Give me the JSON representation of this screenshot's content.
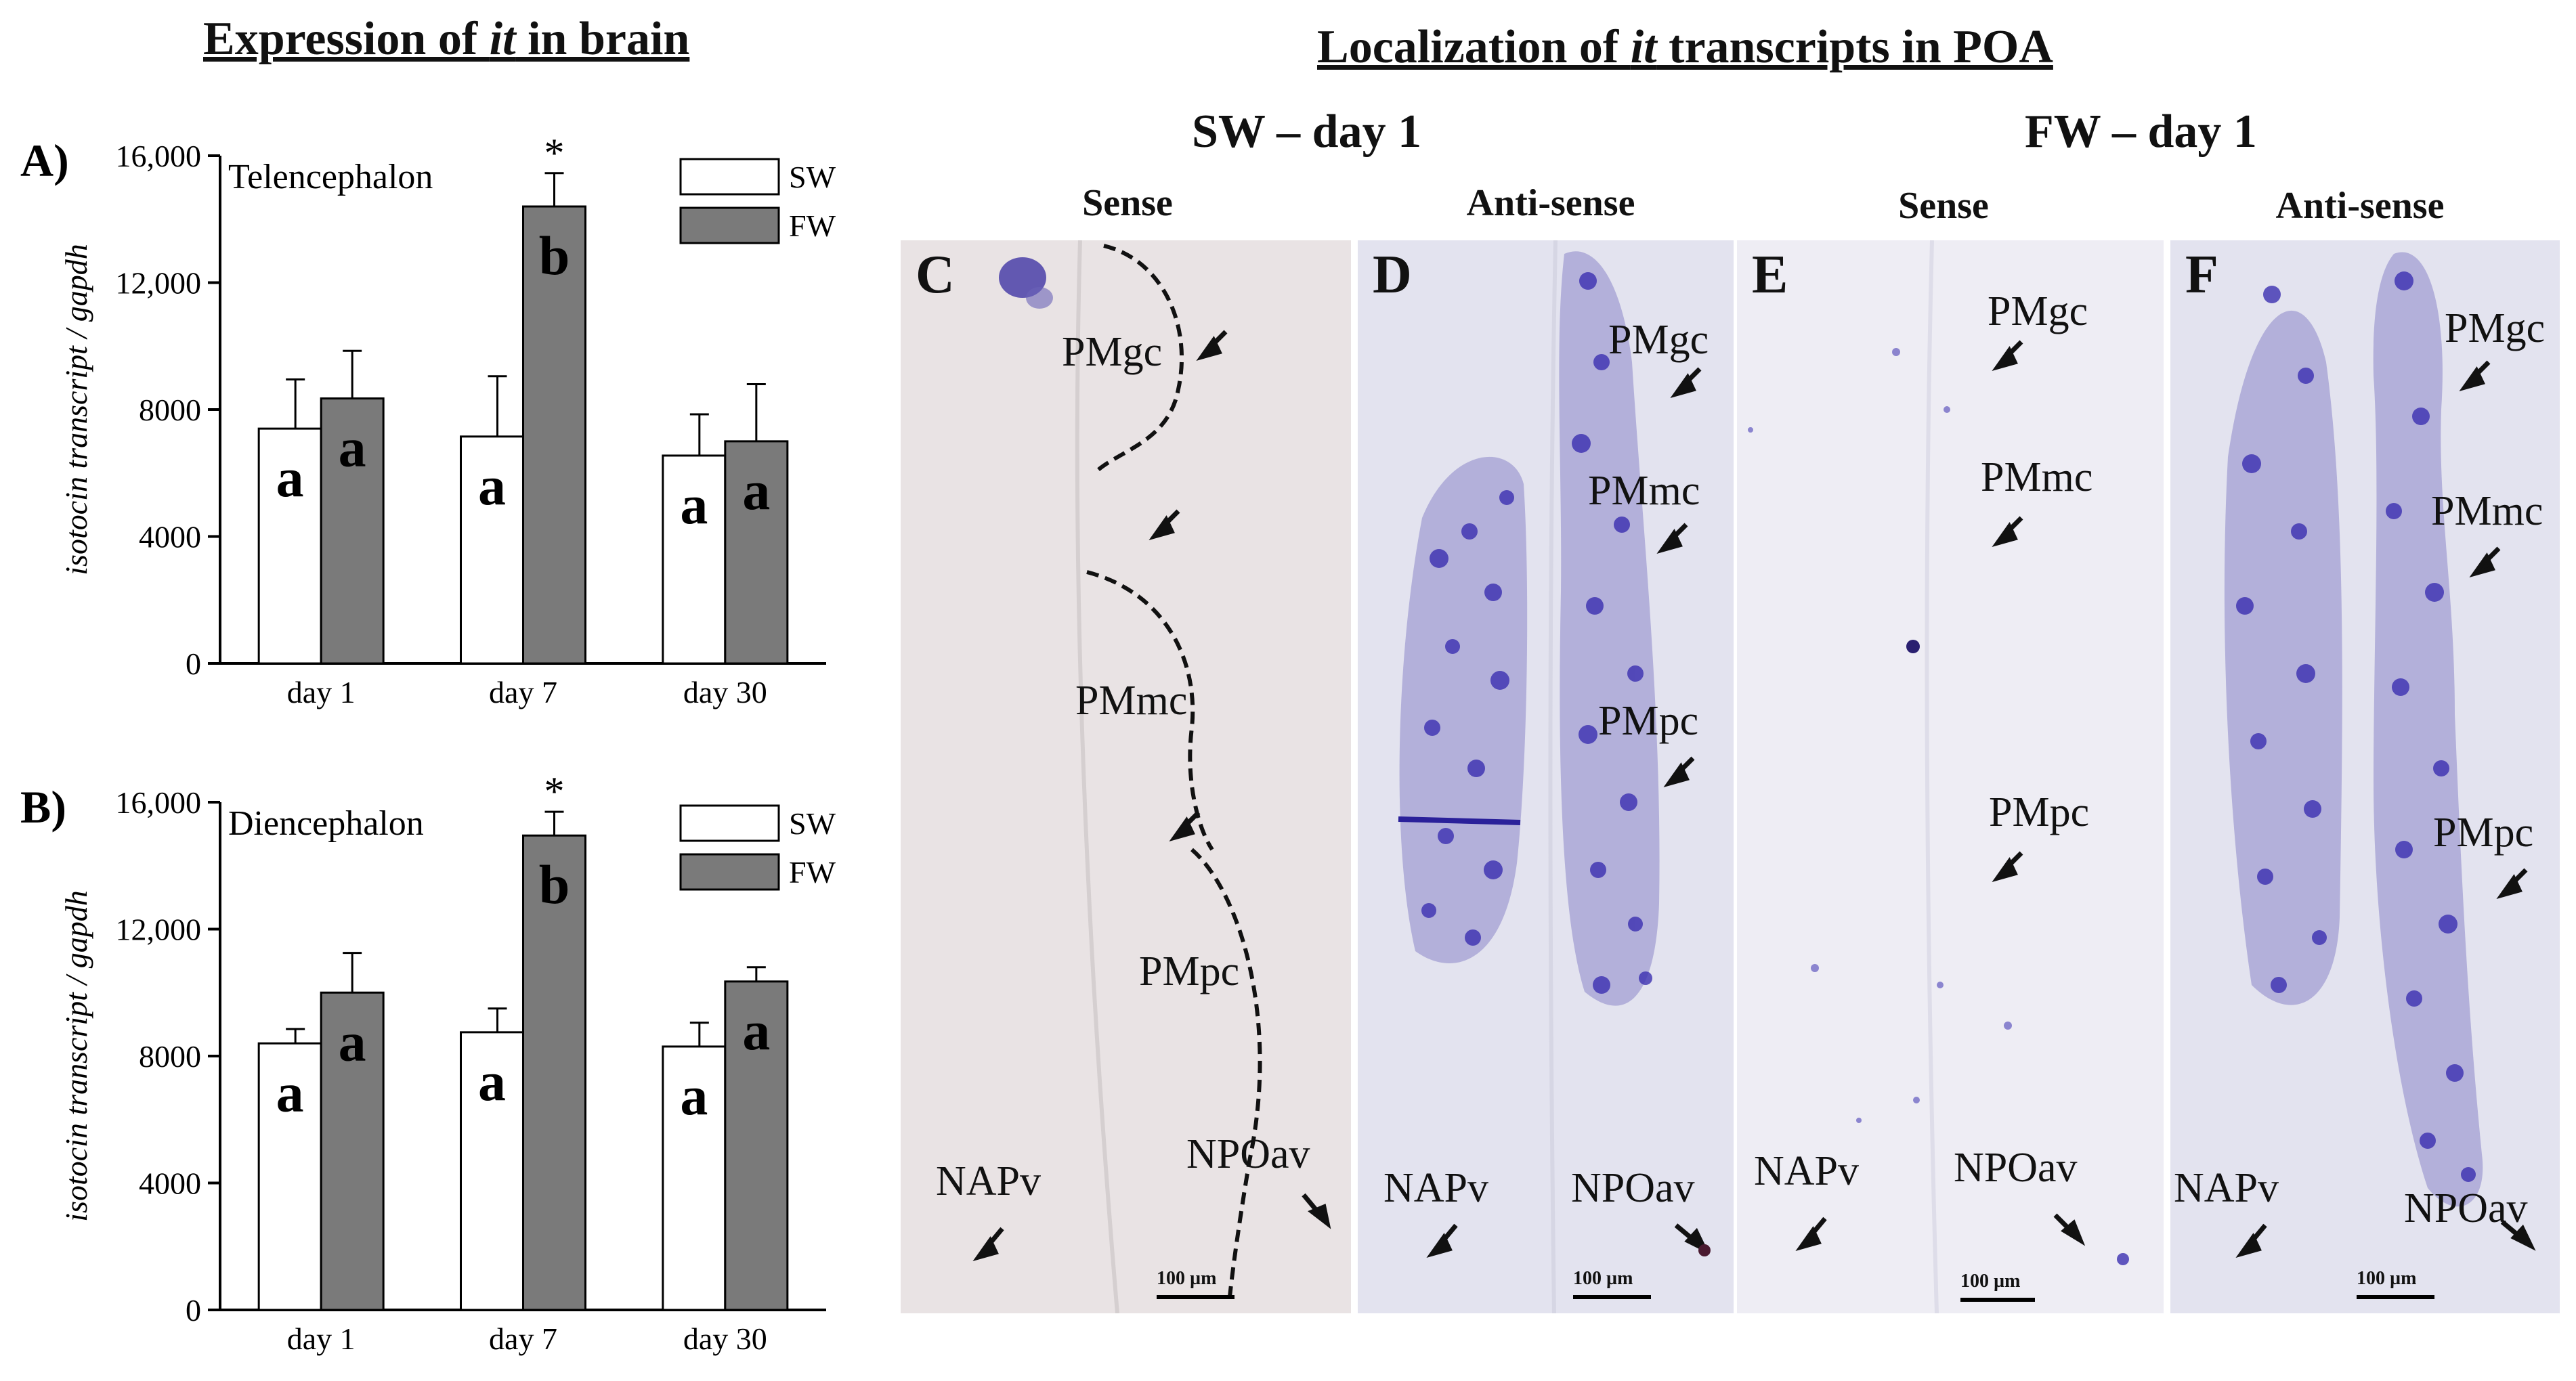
{
  "figure": {
    "left_title": {
      "pre": "Expression of ",
      "em": "it",
      "post": " in brain"
    },
    "right_title": {
      "pre": "Localization of ",
      "em": "it",
      "post": " transcripts in POA"
    },
    "group_headings": [
      "SW – day 1",
      "FW – day 1"
    ],
    "column_labels": [
      "Sense",
      "Anti-sense",
      "Sense",
      "Anti-sense"
    ],
    "panels": [
      {
        "letter": "C",
        "scale": "100 µm",
        "regions": [
          "PMgc",
          "PMmc",
          "PMpc",
          "NAPv",
          "NPOav"
        ]
      },
      {
        "letter": "D",
        "scale": "100 µm",
        "regions": [
          "PMgc",
          "PMmc",
          "PMpc",
          "NAPv",
          "NPOav"
        ]
      },
      {
        "letter": "E",
        "scale": "100 µm",
        "regions": [
          "PMgc",
          "PMmc",
          "PMpc",
          "NAPv",
          "NPOav"
        ]
      },
      {
        "letter": "F",
        "scale": "100 µm",
        "regions": [
          "PMgc",
          "PMmc",
          "PMpc",
          "NAPv",
          "NPOav"
        ]
      }
    ],
    "colors": {
      "sw_fill": "#ffffff",
      "fw_fill": "#7a7a7a",
      "sense_panel_bg": "#e9e3e4",
      "antisense_panel_bg": "#e3e3ef",
      "stain": "#3b2fb0"
    }
  },
  "chart_data": [
    {
      "type": "bar",
      "panel_label": "A)",
      "title": "Telencephalon",
      "ylabel": "isotocin transcript / gapdh",
      "categories": [
        "day 1",
        "day 7",
        "day 30"
      ],
      "ylim": [
        0,
        16000
      ],
      "yticks": [
        0,
        4000,
        8000,
        12000,
        16000
      ],
      "ytick_labels": [
        "0",
        "4000",
        "8000",
        "12,000",
        "16,000"
      ],
      "legend": [
        "SW",
        "FW"
      ],
      "legend_position": "top-right",
      "series": [
        {
          "name": "SW",
          "values": [
            7400,
            7150,
            6550
          ],
          "errors": [
            1550,
            1900,
            1300
          ],
          "letters": [
            "a",
            "a",
            "a"
          ],
          "stars": [
            "",
            "",
            ""
          ]
        },
        {
          "name": "FW",
          "values": [
            8350,
            14400,
            7000
          ],
          "errors": [
            1500,
            1050,
            1800
          ],
          "letters": [
            "a",
            "b",
            "a"
          ],
          "stars": [
            "",
            "*",
            ""
          ]
        }
      ]
    },
    {
      "type": "bar",
      "panel_label": "B)",
      "title": "Diencephalon",
      "ylabel": "isotocin transcript / gapdh",
      "categories": [
        "day 1",
        "day 7",
        "day 30"
      ],
      "ylim": [
        0,
        16000
      ],
      "yticks": [
        0,
        4000,
        8000,
        12000,
        16000
      ],
      "ytick_labels": [
        "0",
        "4000",
        "8000",
        "12,000",
        "16,000"
      ],
      "legend": [
        "SW",
        "FW"
      ],
      "legend_position": "top-right",
      "series": [
        {
          "name": "SW",
          "values": [
            8400,
            8750,
            8300
          ],
          "errors": [
            450,
            750,
            750
          ],
          "letters": [
            "a",
            "a",
            "a"
          ],
          "stars": [
            "",
            "",
            ""
          ]
        },
        {
          "name": "FW",
          "values": [
            10000,
            14950,
            10350
          ],
          "errors": [
            1250,
            750,
            450
          ],
          "letters": [
            "a",
            "b",
            "a"
          ],
          "stars": [
            "",
            "*",
            ""
          ]
        }
      ]
    }
  ]
}
